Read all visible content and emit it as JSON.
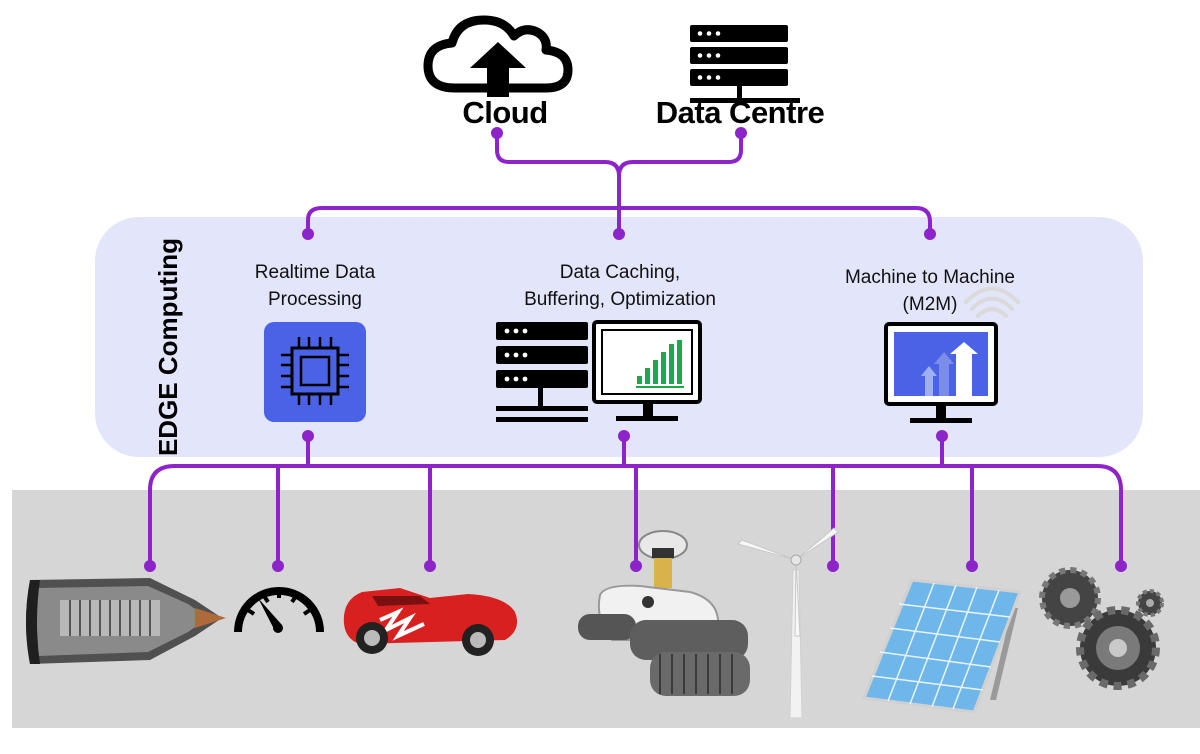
{
  "top": {
    "cloud_label": "Cloud",
    "datacentre_label": "Data Centre"
  },
  "edge": {
    "title": "EDGE Computing",
    "realtime_label_1": "Realtime Data",
    "realtime_label_2": "Processing",
    "caching_label_1": "Data Caching,",
    "caching_label_2": "Buffering, Optimization",
    "m2m_label_1": "Machine to Machine",
    "m2m_label_2": "(M2M)"
  },
  "colors": {
    "connector": "#8c24c9",
    "edge_panel": "#e3e6fa",
    "ground": "#d6d6d6",
    "chip": "#4a63e6",
    "chart_bars": "#1ea84a"
  },
  "devices": [
    "jet-engine-icon",
    "speedometer-icon",
    "car-icon",
    "robot-icon",
    "wind-turbine-icon",
    "solar-panel-icon",
    "gears-icon"
  ]
}
